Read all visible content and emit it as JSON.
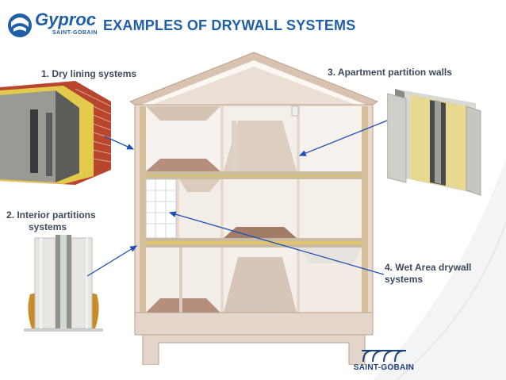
{
  "brand": {
    "name": "Gyproc",
    "sub": "SAINT-GOBAIN"
  },
  "title": "EXAMPLES OF DRYWALL SYSTEMS",
  "labels": {
    "dry_lining": "1. Dry lining systems",
    "interior_line1": "2. Interior partitions",
    "interior_line2": "systems",
    "apartment": "3. Apartment partition walls",
    "wet_area_line1": "4. Wet Area drywall",
    "wet_area_line2": "systems"
  },
  "footer": {
    "company": "SAINT-GOBAIN"
  },
  "colors": {
    "title": "#1f5fa8",
    "arrow": "#1f4fb5",
    "label": "#3c4a5c"
  }
}
